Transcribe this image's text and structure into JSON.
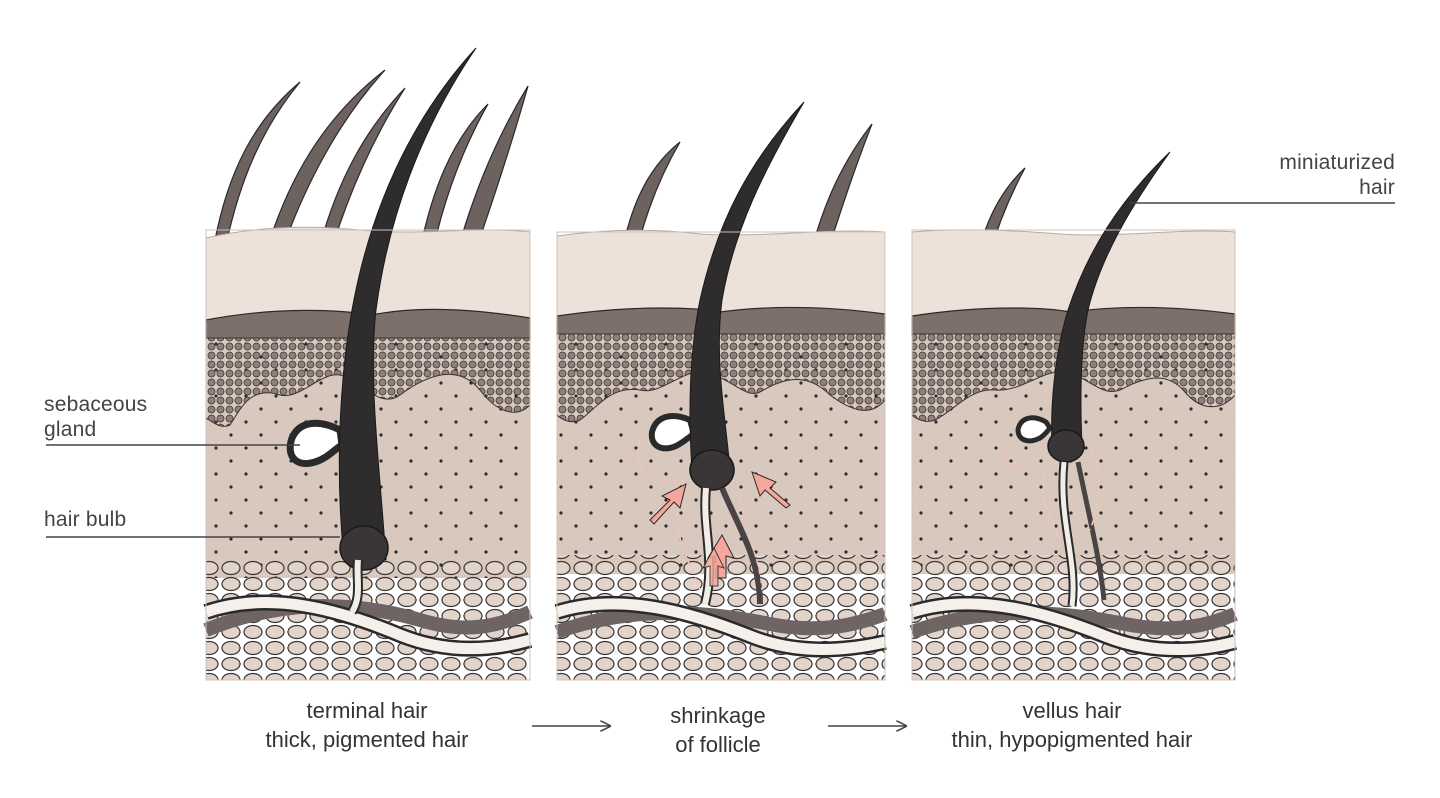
{
  "labels": {
    "sebaceous_line1": "sebaceous",
    "sebaceous_line2": "gland",
    "hair_bulb": "hair bulb",
    "miniaturized_line1": "miniaturized",
    "miniaturized_line2": "hair"
  },
  "captions": [
    {
      "line1": "terminal hair",
      "line2": "thick, pigmented hair"
    },
    {
      "line1": "shrinkage",
      "line2": "of follicle"
    },
    {
      "line1": "vellus hair",
      "line2": "thin, hypopigmented hair"
    }
  ],
  "colors": {
    "epidermis": "#ece2da",
    "dermis": "#d9c8bd",
    "dermis_dark": "#7d6f6a",
    "hair": "#2e2c2d",
    "subcutis": "#cbb9ad",
    "vessel_dark": "#6d6463",
    "arrow": "#f4a79a",
    "outline": "#2a2a2a"
  },
  "icons": [
    "arrow-right-icon",
    "arrow-right-icon"
  ]
}
